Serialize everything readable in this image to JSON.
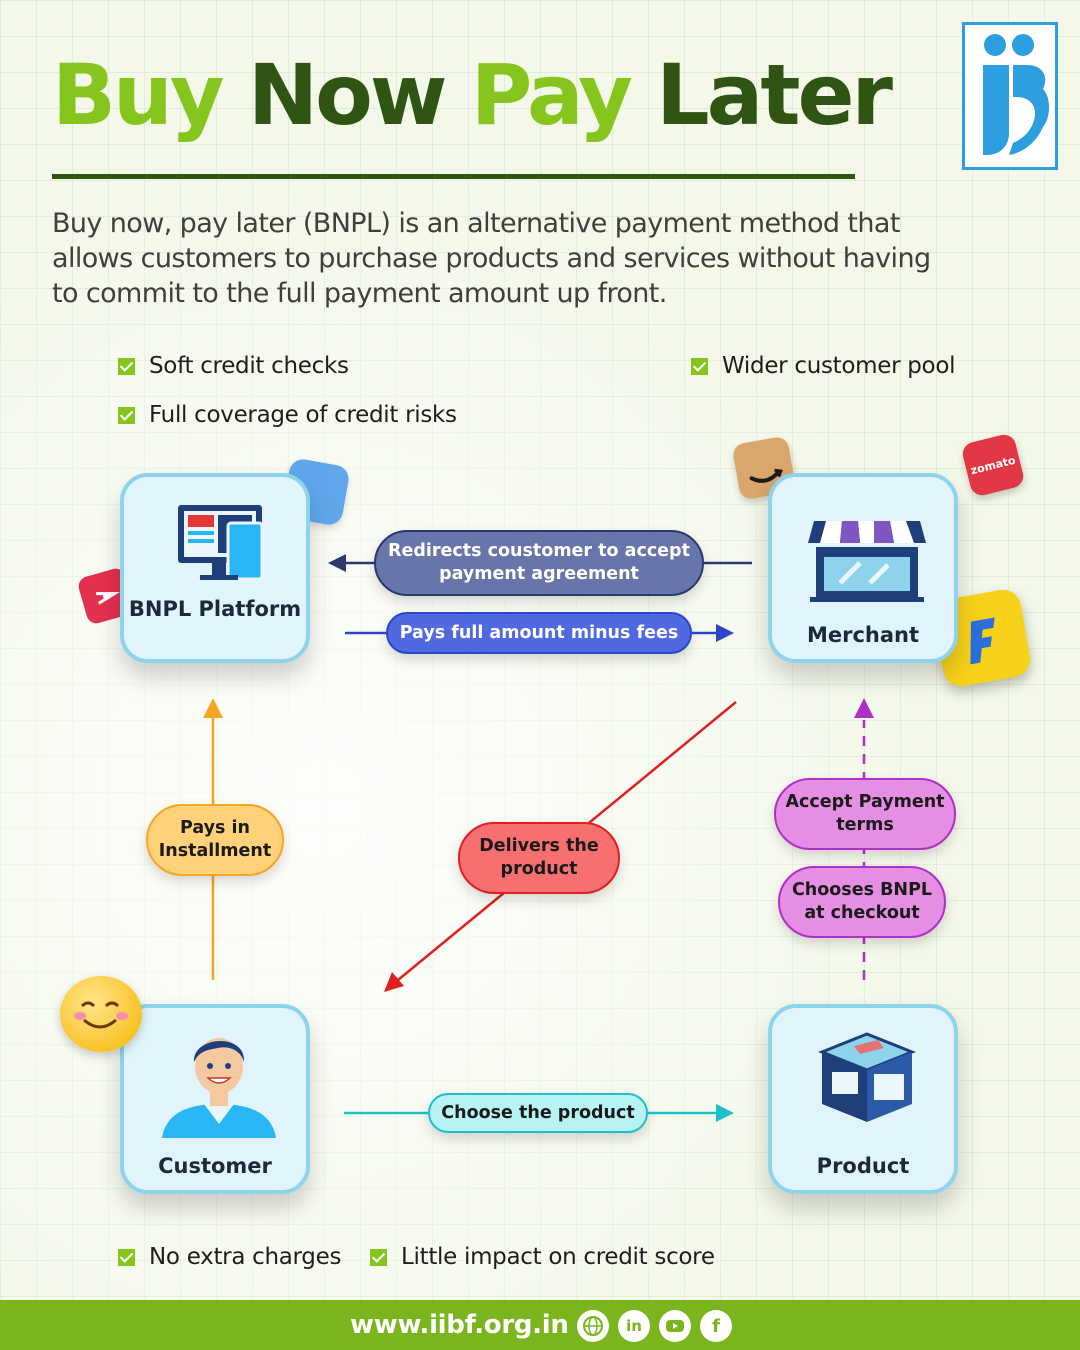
{
  "header": {
    "title_words": [
      "Buy",
      "Now",
      "Pay",
      "Later"
    ],
    "intro": "Buy now, pay later (BNPL) is an alternative payment method that allows customers to purchase products and services without having to commit to the full payment amount up front."
  },
  "benefits_top": [
    "Soft credit checks",
    "Full coverage of credit risks",
    "Wider customer pool"
  ],
  "benefits_bottom": [
    "No extra charges",
    "Little impact on credit score"
  ],
  "nodes": {
    "bnpl": "BNPL Platform",
    "merchant": "Merchant",
    "customer": "Customer",
    "product": "Product"
  },
  "flows": {
    "redirect": "Redirects coustomer to accept payment agreement",
    "pays_full": "Pays full amount minus fees",
    "installment": "Pays in Installment",
    "delivers": "Delivers the product",
    "accept_terms": "Accept Payment terms",
    "chooses_bnpl": "Chooses BNPL at checkout",
    "choose_product": "Choose the product"
  },
  "logos": [
    "zomato"
  ],
  "footer": {
    "url": "www.iibf.org.in",
    "social_icons": [
      "globe-icon",
      "linkedin-icon",
      "youtube-icon",
      "facebook-icon"
    ]
  },
  "colors": {
    "brand_green": "#86c51e",
    "dark_green": "#2f5413",
    "node_border": "#8ed3ec",
    "arrow_navy": "#2b3a6e",
    "arrow_blue": "#2d46c8",
    "arrow_orange": "#f5a623",
    "arrow_red": "#e02020",
    "arrow_purple": "#b12fc9",
    "arrow_teal": "#1fbfca"
  }
}
